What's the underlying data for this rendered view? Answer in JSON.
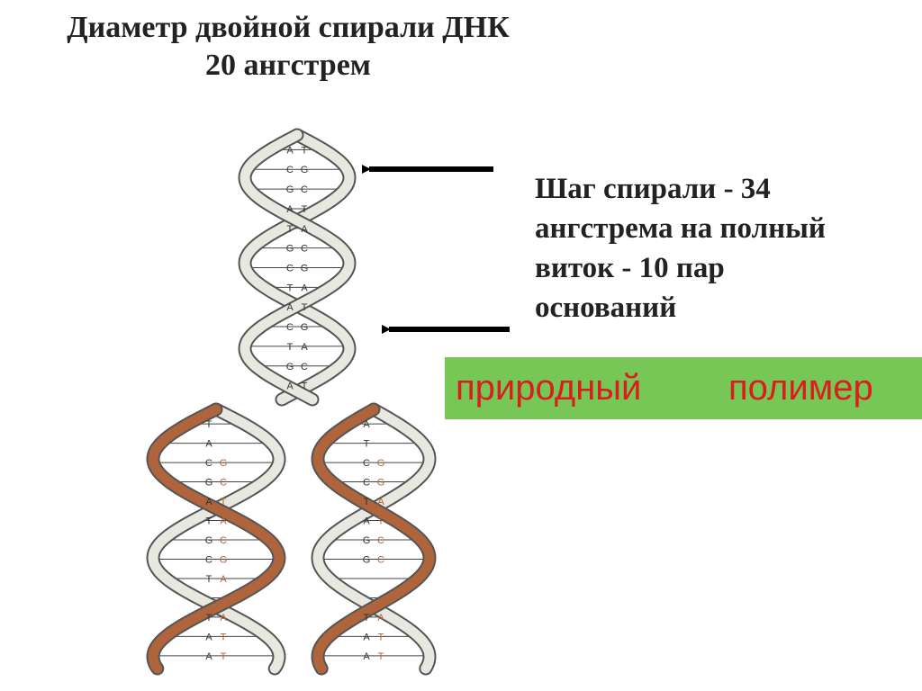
{
  "title": {
    "line1": "Диаметр двойной спирали ДНК",
    "line2": "20 ангстрем"
  },
  "pitch_label": {
    "line1": "Шаг спирали - 34",
    "line2": "ангстрема на полный",
    "line3": "виток - 10 пар",
    "line4": "оснований"
  },
  "polymer_label": {
    "word1": "природный",
    "word2": "полимер"
  },
  "colors": {
    "polymer_background": "#77c756",
    "polymer_text": "#d81e1e",
    "parent_strand": "#e8e8e0",
    "new_strand": "#b0643c",
    "arrow": "#000000"
  },
  "base_pairs_upper": [
    [
      "A",
      "T"
    ],
    [
      "C",
      "G"
    ],
    [
      "G",
      "C"
    ],
    [
      "A",
      "T"
    ],
    [
      "T",
      "A"
    ],
    [
      "G",
      "C"
    ],
    [
      "C",
      "G"
    ],
    [
      "T",
      "A"
    ],
    [
      "A",
      "T"
    ],
    [
      "C",
      "G"
    ],
    [
      "T",
      "A"
    ],
    [
      "G",
      "C"
    ],
    [
      "A",
      "T"
    ]
  ],
  "fork_left": [
    [
      "T",
      ""
    ],
    [
      "A",
      ""
    ],
    [
      "C",
      "G"
    ],
    [
      "G",
      "C"
    ],
    [
      "A",
      "T"
    ],
    [
      "T",
      "A"
    ],
    [
      "G",
      "C"
    ],
    [
      "C",
      "G"
    ],
    [
      "T",
      "A"
    ],
    [
      "",
      ""
    ],
    [
      "T",
      "A"
    ],
    [
      "A",
      "T"
    ],
    [
      "A",
      "T"
    ]
  ],
  "fork_right": [
    [
      "A",
      ""
    ],
    [
      "T",
      ""
    ],
    [
      "C",
      "G"
    ],
    [
      "C",
      "G"
    ],
    [
      "T",
      "A"
    ],
    [
      "A",
      "T"
    ],
    [
      "G",
      "C"
    ],
    [
      "G",
      "C"
    ],
    [
      "",
      ""
    ],
    [
      "",
      ""
    ],
    [
      "T",
      "A"
    ],
    [
      "A",
      "T"
    ],
    [
      "A",
      "T"
    ]
  ]
}
